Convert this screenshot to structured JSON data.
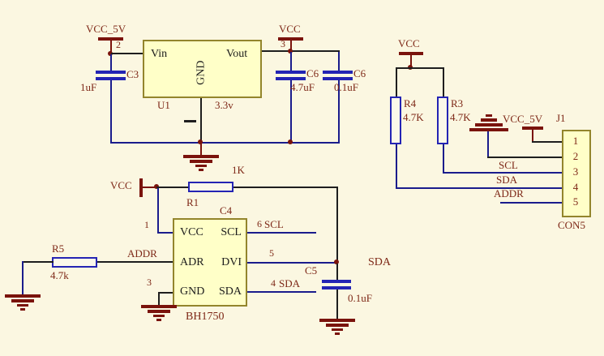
{
  "regulator": {
    "net_in": "VCC_5V",
    "pin_in": "2",
    "c3": {
      "ref": "C3",
      "val": "1uF"
    },
    "u1": {
      "ref": "U1",
      "vin": "Vin",
      "vout": "Vout",
      "gnd": "GND",
      "out": "3.3v"
    },
    "net_out": "VCC",
    "pin_out": "3",
    "c6a": {
      "ref": "C6",
      "val": "4.7uF"
    },
    "c6b": {
      "ref": "C6",
      "val": "0.1uF"
    }
  },
  "sensor": {
    "net_vcc": "VCC",
    "r1": {
      "ref": "R1",
      "val": "1K"
    },
    "pins": {
      "p1": "1",
      "p3": "3",
      "p4": "4",
      "p5": "5",
      "p6": "6"
    },
    "nets": {
      "addr": "ADDR",
      "scl": "SCL",
      "sda": "SDA",
      "sda_float": "SDA"
    },
    "u2": {
      "ref": "C4",
      "part": "BH1750",
      "rows": [
        {
          "l": "VCC",
          "r": "SCL"
        },
        {
          "l": "ADR",
          "r": "DVI"
        },
        {
          "l": "GND",
          "r": "SDA"
        }
      ]
    },
    "r5": {
      "ref": "R5",
      "val": "4.7k"
    },
    "c5": {
      "ref": "C5",
      "val": "0.1uF"
    }
  },
  "connector": {
    "net_vcc": "VCC",
    "r4": {
      "ref": "R4",
      "val": "4.7K"
    },
    "r3": {
      "ref": "R3",
      "val": "4.7K"
    },
    "net_vcc5v": "VCC_5V",
    "j1": {
      "ref": "J1",
      "part": "CON5",
      "pins": [
        "1",
        "2",
        "3",
        "4",
        "5"
      ]
    },
    "nets": {
      "scl": "SCL",
      "sda": "SDA",
      "addr": "ADDR"
    }
  },
  "colors": {
    "background": "#fbf7e1",
    "wire_blue": "#1a1c8c",
    "wire_black": "#1e1e1e",
    "power_red": "#7a130c",
    "label_maroon": "#7e2817",
    "ic_fill": "#ffffc8",
    "ic_border": "#93852c",
    "component_blue": "#2424b4"
  }
}
